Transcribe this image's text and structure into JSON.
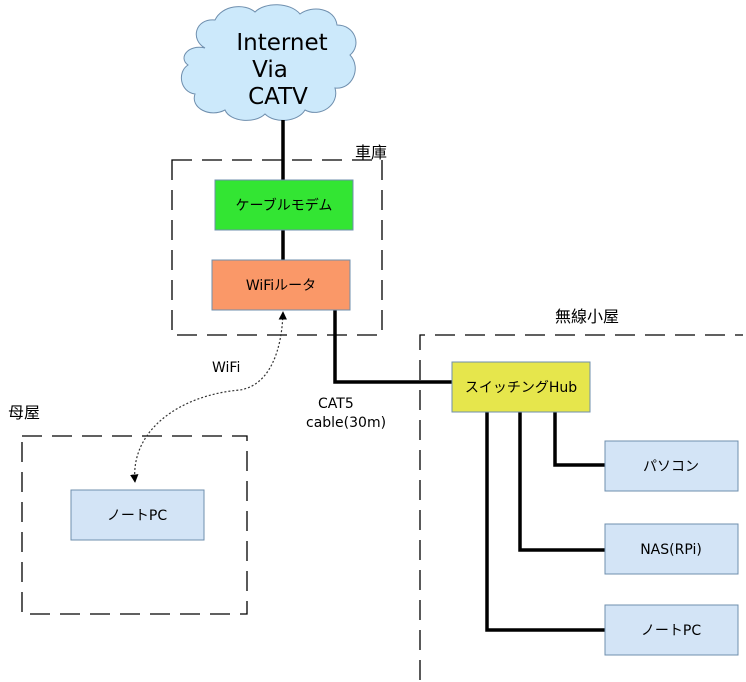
{
  "cloud": {
    "lines": [
      "Internet",
      "Via",
      "CATV"
    ],
    "color": "#cce9fb"
  },
  "zones": {
    "garage": "車庫",
    "radio_shed": "無線小屋",
    "main_house": "母屋"
  },
  "nodes": {
    "cable_modem": {
      "label": "ケーブルモデム",
      "color": "#33e533"
    },
    "wifi_router": {
      "label": "WiFiルータ",
      "color": "#fa9868"
    },
    "switching_hub": {
      "label": "スイッチングHub",
      "color": "#e6e64c"
    },
    "pc": {
      "label": "パソコン",
      "color": "#d3e4f6"
    },
    "nas": {
      "label": "NAS(RPi)",
      "color": "#d3e4f6"
    },
    "notebook_shed": {
      "label": "ノートPC",
      "color": "#d3e4f6"
    },
    "notebook_house": {
      "label": "ノートPC",
      "color": "#d3e4f6"
    }
  },
  "links": {
    "wifi_label": "WiFi",
    "cable_label_line1": "CAT5",
    "cable_label_line2": "cable(30m)"
  }
}
